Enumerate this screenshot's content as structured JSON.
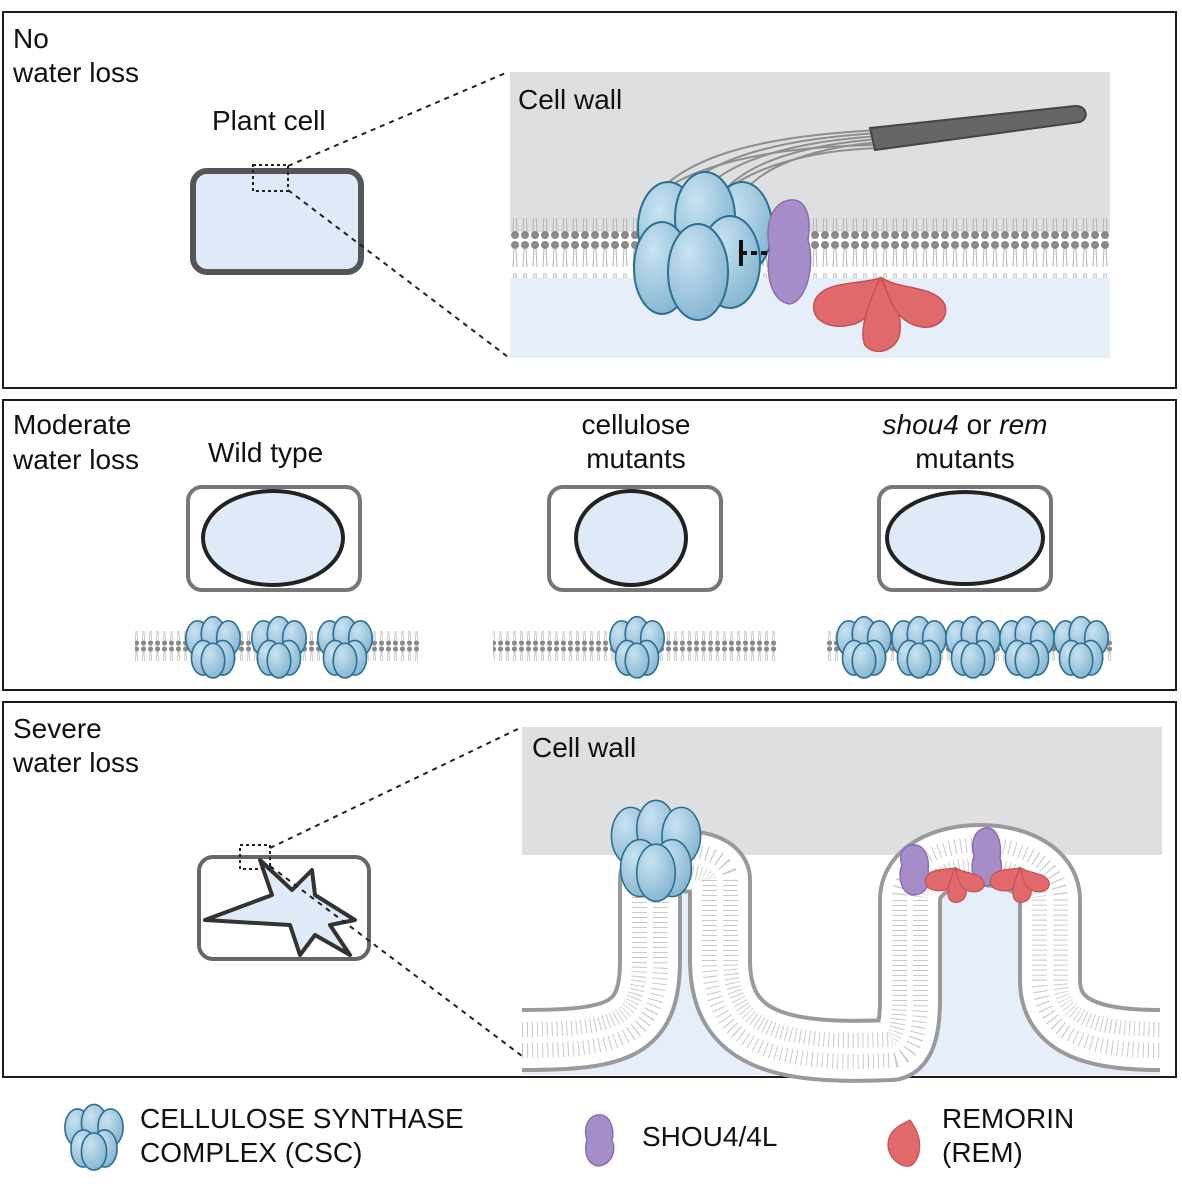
{
  "panel1": {
    "title_line1": "No",
    "title_line2": "water loss",
    "plant_cell_label": "Plant cell",
    "cell_wall_label": "Cell wall"
  },
  "panel2": {
    "title_line1": "Moderate",
    "title_line2": "water loss",
    "col1_label": "Wild type",
    "col2_label_line1": "cellulose",
    "col2_label_line2": "mutants",
    "col3_label_line1_a": "shou4",
    "col3_label_line1_b": " or ",
    "col3_label_line1_c": "rem",
    "col3_label_line2": "mutants"
  },
  "panel3": {
    "title_line1": "Severe",
    "title_line2": "water loss",
    "cell_wall_label": "Cell wall"
  },
  "legend": {
    "csc_line1": "CELLULOSE SYNTHASE",
    "csc_line2": "COMPLEX (CSC)",
    "shou_label": "SHOU4/4L",
    "rem_line1": "REMORIN",
    "rem_line2": "(REM)"
  },
  "colors": {
    "csc_blue": "#8fbfd8",
    "csc_stroke": "#2f6e8f",
    "shou_purple": "#a68cc9",
    "rem_red": "#e0696b",
    "cell_fill": "#dfeaf8",
    "wall_gray": "#dedfe0",
    "cytoplasm": "#e6eefa"
  }
}
